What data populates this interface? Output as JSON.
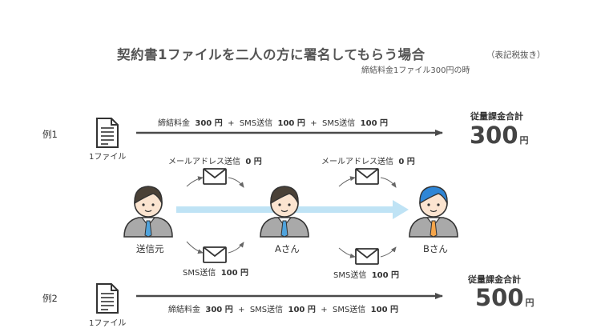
{
  "title": "契約書1ファイルを二人の方に署名してもらう場合",
  "title_note": "（表記税抜き）",
  "subtitle": "締結料金1ファイル300円の時",
  "example1": {
    "label": "例1",
    "file_label": "1ファイル",
    "fee_line": {
      "part1_name": "締結料金",
      "part1_value": "300 円",
      "plus1": "+",
      "part2_name": "SMS送信",
      "part2_value": "100 円",
      "plus2": "+",
      "part3_name": "SMS送信",
      "part3_value": "100 円"
    },
    "total_label": "従量課金合計",
    "total_value": "300",
    "total_unit": "円",
    "email1_label": "メールアドレス送信",
    "email1_value": "0 円",
    "email2_label": "メールアドレス送信",
    "email2_value": "0 円"
  },
  "example2": {
    "label": "例2",
    "file_label": "1ファイル",
    "fee_line": {
      "part1_name": "締結料金",
      "part1_value": "300 円",
      "plus1": "+",
      "part2_name": "SMS送信",
      "part2_value": "100 円",
      "plus2": "+",
      "part3_name": "SMS送信",
      "part3_value": "100 円"
    },
    "total_label": "従量課金合計",
    "total_value": "500",
    "total_unit": "円",
    "sms1_label": "SMS送信",
    "sms1_value": "100 円",
    "sms2_label": "SMS送信",
    "sms2_value": "100 円"
  },
  "people": {
    "sender": "送信元",
    "a": "Aさん",
    "b": "Bさん"
  },
  "colors": {
    "arrow": "#4a4a4a",
    "flow_arrow": "#bfe3f5",
    "hair_dark": "#4a4137",
    "hair_blue": "#2f86d6",
    "skin": "#fbe4d0",
    "suit": "#a9a9a9",
    "tie_blue": "#4fa3dc",
    "tie_orange": "#f5a54a"
  }
}
